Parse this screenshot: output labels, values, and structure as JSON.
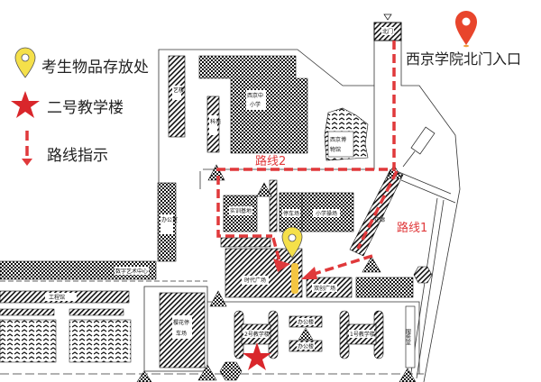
{
  "legend": {
    "storage": "考生物品存放处",
    "building2": "二号教学楼",
    "route": "路线指示"
  },
  "entrance": {
    "label": "西京学院北门入口"
  },
  "routes": {
    "route1": "路线1",
    "route2": "路线2"
  },
  "buildings": {
    "north_gate": "北门",
    "art": "艺楼",
    "keyuan": "科苑",
    "school_a": "西京中",
    "school_b": "小学",
    "museum_a": "西京博",
    "museum_b": "物馆",
    "training": "实训基地",
    "parking": "停车场",
    "playground": "小学操场",
    "corridor": "花廊",
    "plaza": "时代广场",
    "square2": "双创广场",
    "office_room": "办公室",
    "digital_art": "数字艺术中心",
    "engineering": "工程馆",
    "sakura_a": "樱花停",
    "sakura_b": "车场",
    "building2": "2号教学楼",
    "building1": "1号教学楼",
    "office_a": "办公楼",
    "office_b": "办公楼",
    "service": "服务室"
  },
  "colors": {
    "route": "#e0393b",
    "pin_yellow": "#f5e04a",
    "pin_red": "#e8452c",
    "star": "#d9262b",
    "storage_bar": "#f4c542"
  }
}
